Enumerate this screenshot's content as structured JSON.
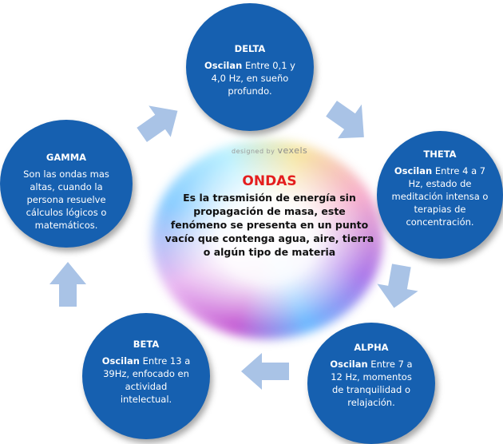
{
  "center": {
    "title": "ONDAS",
    "body": "Es la trasmisión de energía sin propagación de masa, este fenómeno se presenta en un punto vacío que contenga agua, aire, tierra o algún tipo de materia"
  },
  "watermark": {
    "prefix": "designed by",
    "brand": "vexels"
  },
  "waves": {
    "delta": {
      "title": "DELTA",
      "bold": "Oscilan",
      "text": " Entre 0,1 y 4,0 Hz, en sueño profundo."
    },
    "theta": {
      "title": "THETA",
      "bold": "Oscilan",
      "text": " Entre 4 a 7 Hz, estado de meditación intensa o terapias de concentración."
    },
    "alpha": {
      "title": "ALPHA",
      "bold": "Oscilan",
      "text": " Entre 7 a 12 Hz, momentos de tranquilidad o relajación."
    },
    "beta": {
      "title": "BETA",
      "bold": "Oscilan",
      "text": " Entre 13 a 39Hz, enfocado en actividad intelectual."
    },
    "gamma": {
      "title": "GAMMA",
      "bold": "",
      "text": "Son las ondas mas altas, cuando la persona resuelve cálculos lógicos o matemáticos."
    }
  },
  "colors": {
    "circle_fill": "#1660b0",
    "arrow_fill": "#a9c3e6",
    "center_title": "#e41e1e"
  }
}
